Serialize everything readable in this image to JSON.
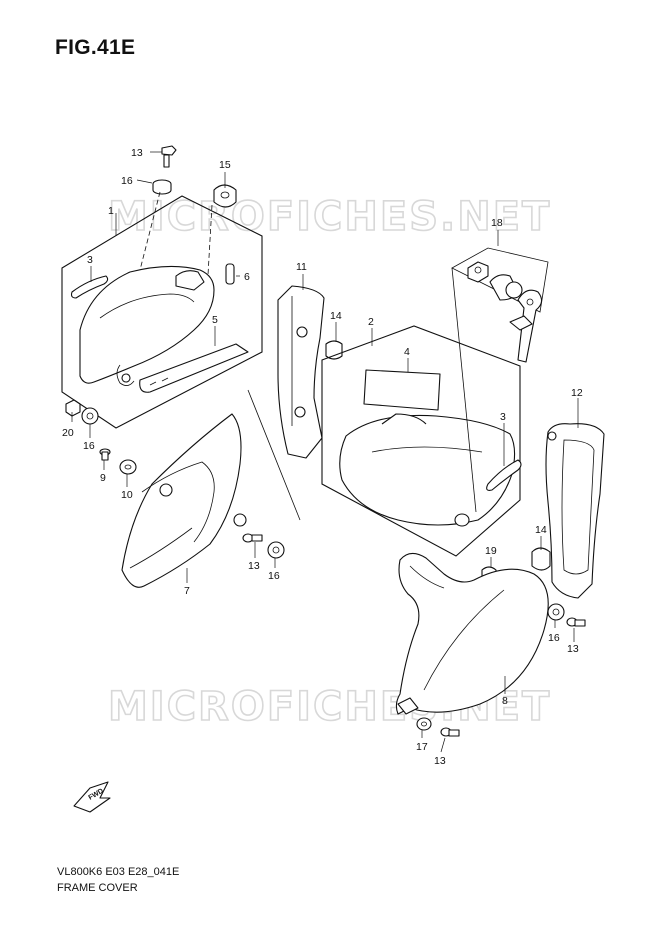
{
  "figure": {
    "title": "FIG.41E",
    "code": "VL800K6 E03 E28_041E",
    "name": "FRAME COVER"
  },
  "watermarks": [
    "MICROFICHES.NET",
    "MICROFICHES.NET"
  ],
  "callouts": [
    {
      "id": "c1",
      "text": "1"
    },
    {
      "id": "c2",
      "text": "2"
    },
    {
      "id": "c3a",
      "text": "3"
    },
    {
      "id": "c3b",
      "text": "3"
    },
    {
      "id": "c4",
      "text": "4"
    },
    {
      "id": "c5",
      "text": "5"
    },
    {
      "id": "c6",
      "text": "6"
    },
    {
      "id": "c7",
      "text": "7"
    },
    {
      "id": "c8",
      "text": "8"
    },
    {
      "id": "c9",
      "text": "9"
    },
    {
      "id": "c10",
      "text": "10"
    },
    {
      "id": "c11",
      "text": "11"
    },
    {
      "id": "c12",
      "text": "12"
    },
    {
      "id": "c13a",
      "text": "13"
    },
    {
      "id": "c13b",
      "text": "13"
    },
    {
      "id": "c13c",
      "text": "13"
    },
    {
      "id": "c13d",
      "text": "13"
    },
    {
      "id": "c14a",
      "text": "14"
    },
    {
      "id": "c14b",
      "text": "14"
    },
    {
      "id": "c15",
      "text": "15"
    },
    {
      "id": "c16a",
      "text": "16"
    },
    {
      "id": "c16b",
      "text": "16"
    },
    {
      "id": "c16c",
      "text": "16"
    },
    {
      "id": "c16d",
      "text": "16"
    },
    {
      "id": "c17",
      "text": "17"
    },
    {
      "id": "c18",
      "text": "18"
    },
    {
      "id": "c19",
      "text": "19"
    },
    {
      "id": "c20",
      "text": "20"
    }
  ],
  "fwd_badge": "FWD"
}
